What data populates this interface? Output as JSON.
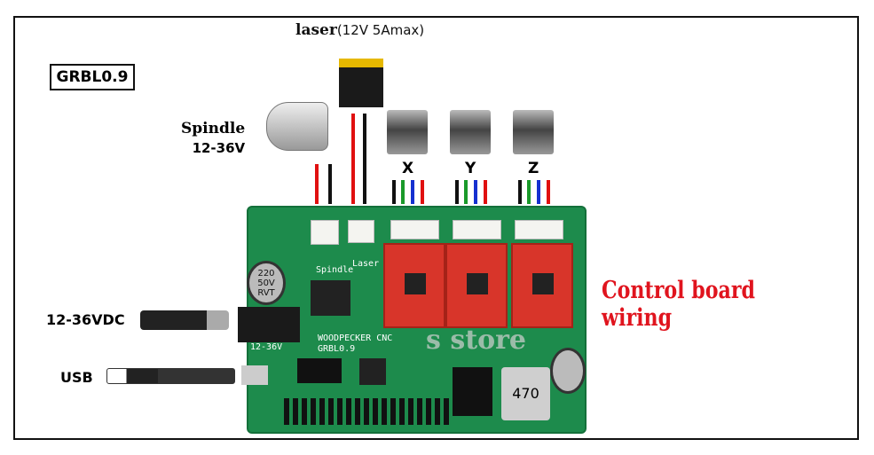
{
  "title": {
    "bold": "laser",
    "rest": "(12V 5Amax)"
  },
  "firmware_label": "GRBL0.9",
  "spindle": {
    "label": "Spindle",
    "voltage": "12-36V"
  },
  "power_label": "12-36VDC",
  "usb_label": "USB",
  "axes": [
    "X",
    "Y",
    "Z"
  ],
  "heading": "Control board wiring",
  "watermark": "s store",
  "board": {
    "brand": "WOODPECKER CNC",
    "version": "GRBL0.9",
    "voltage": "12-36V",
    "laser_conn": "Laser",
    "spindle_conn": "Spindle",
    "cap": "220 50V RVT",
    "inductor": "470"
  },
  "colors": {
    "heading": "#e0141e",
    "board": "#1d8b4c",
    "driver": "#d8352a"
  }
}
